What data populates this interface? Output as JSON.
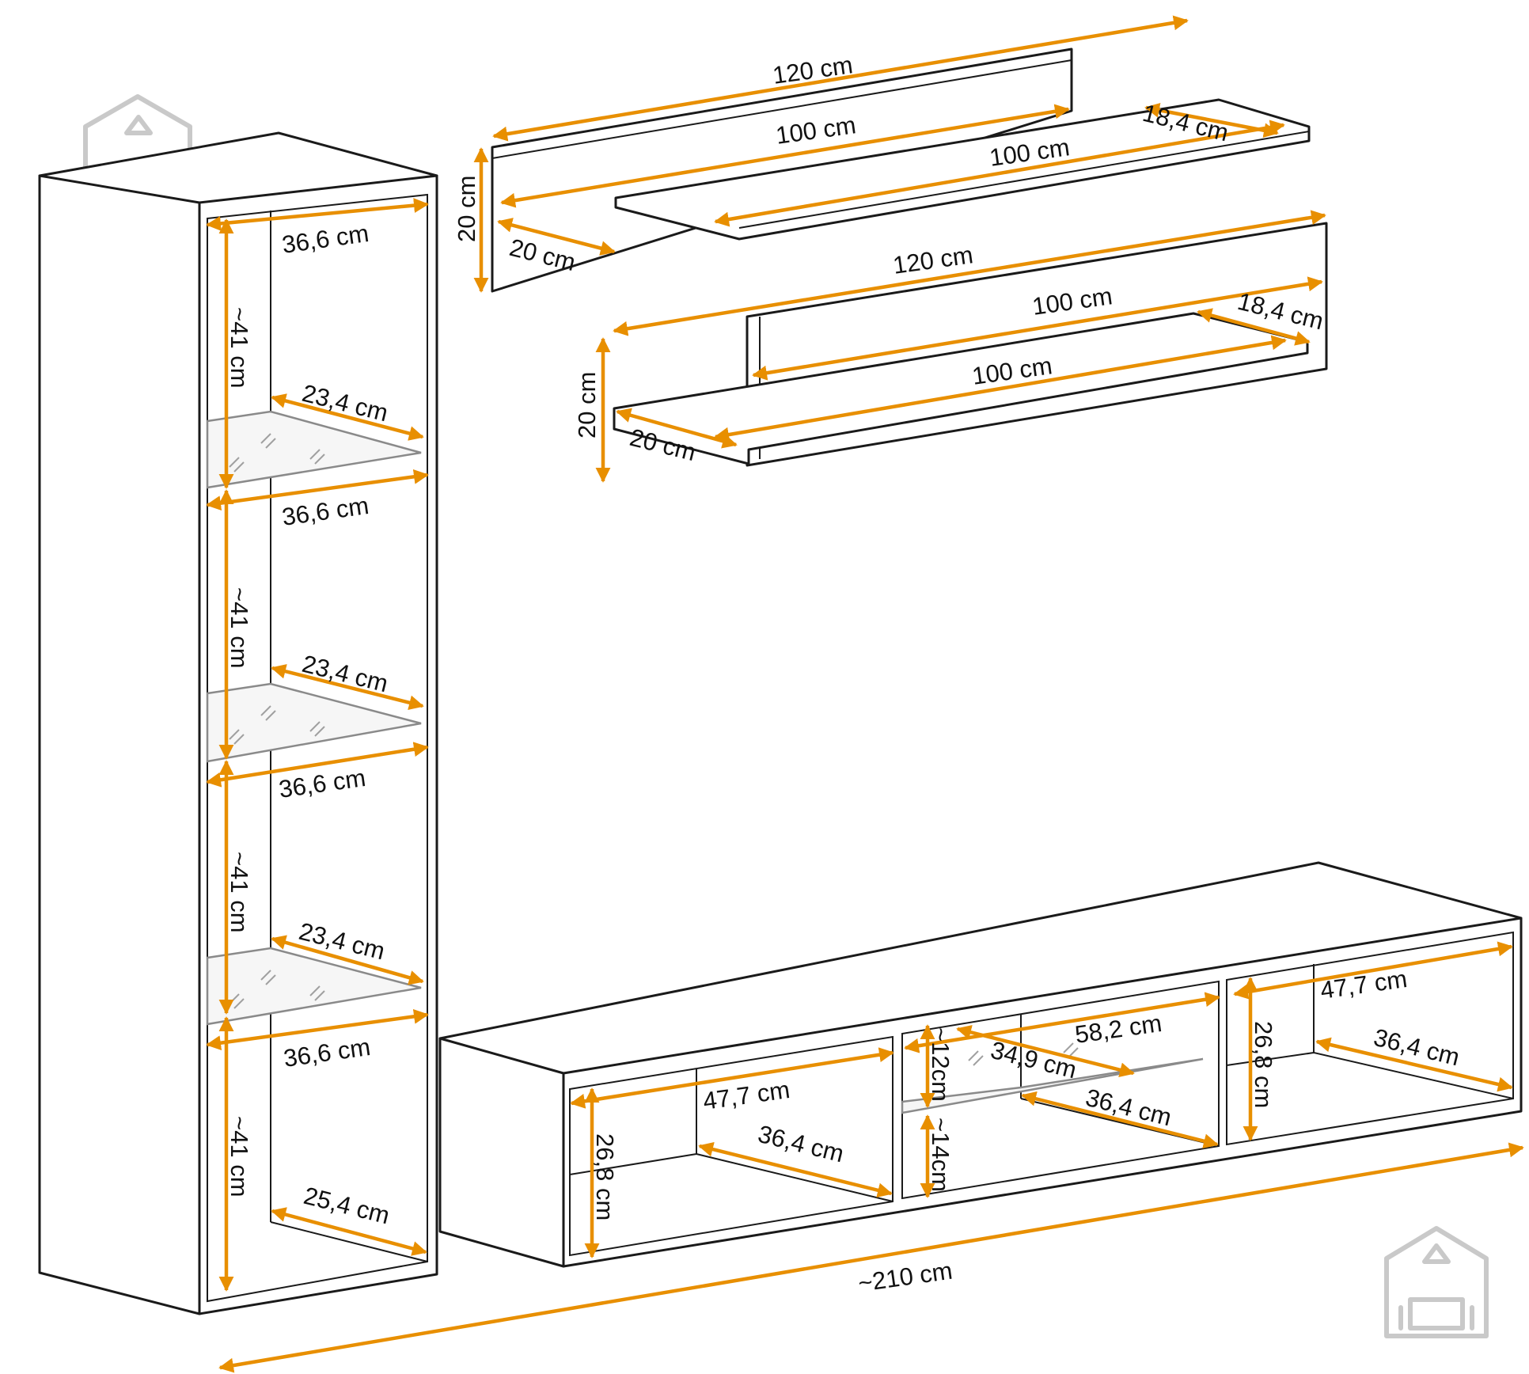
{
  "diagram": {
    "colors": {
      "dimension": "#e88f00",
      "outline": "#1a1a1a",
      "glass": "#8a8a8a",
      "logo": "#c9c9c9"
    },
    "tall_cabinet": {
      "shelf_width": "36,6 cm",
      "glass_shelf_depth": "23,4 cm",
      "bottom_depth": "25,4 cm",
      "compartment_height": "~41 cm"
    },
    "shelf_top": {
      "panel_length": "120 cm",
      "panel_height": "20 cm",
      "board_length_back": "100 cm",
      "board_length_front": "100 cm",
      "board_depth": "18,4 cm",
      "side_depth": "20 cm"
    },
    "shelf_bottom": {
      "panel_length": "120 cm",
      "panel_height": "20 cm",
      "board_length_back": "100 cm",
      "board_length_front": "100 cm",
      "board_depth": "18,4 cm",
      "side_depth": "20 cm"
    },
    "tv_stand": {
      "left_width": "47,7 cm",
      "left_depth": "36,4 cm",
      "left_height": "26,8 cm",
      "middle_width": "58,2 cm",
      "glass_depth": "34,9 cm",
      "middle_depth": "36,4 cm",
      "upper_height": "~12cm",
      "lower_height": "~14cm",
      "right_width": "47,7 cm",
      "right_depth": "36,4 cm",
      "right_height": "26,8 cm"
    },
    "total_width": "~210 cm"
  }
}
